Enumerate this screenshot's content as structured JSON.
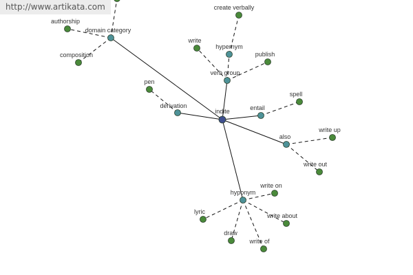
{
  "watermark": "http://www.artikata.com",
  "colors": {
    "center": "#3f4f8f",
    "relation": "#4e9298",
    "term": "#4a8a3a",
    "outline": "#2b3f2b"
  },
  "graph": {
    "center": {
      "id": "indite",
      "label": "indite",
      "kind": "center"
    },
    "relations": [
      {
        "id": "domain-category",
        "label": "domain category",
        "kind": "relation"
      },
      {
        "id": "verb-group",
        "label": "verb group",
        "kind": "relation"
      },
      {
        "id": "hypernym",
        "label": "hypernym",
        "kind": "relation"
      },
      {
        "id": "derivation",
        "label": "derivation",
        "kind": "relation"
      },
      {
        "id": "entail",
        "label": "entail",
        "kind": "relation"
      },
      {
        "id": "also",
        "label": "also",
        "kind": "relation"
      },
      {
        "id": "hyponym",
        "label": "hyponym",
        "kind": "relation"
      }
    ],
    "terms": [
      {
        "id": "authorship",
        "label": "authorship",
        "kind": "term"
      },
      {
        "id": "composition",
        "label": "composition",
        "kind": "term"
      },
      {
        "id": "top-offscreen",
        "label": "",
        "kind": "term"
      },
      {
        "id": "create-verbally",
        "label": "create verbally",
        "kind": "term"
      },
      {
        "id": "write-vg",
        "label": "write",
        "kind": "term"
      },
      {
        "id": "publish",
        "label": "publish",
        "kind": "term"
      },
      {
        "id": "pen",
        "label": "pen",
        "kind": "term"
      },
      {
        "id": "spell",
        "label": "spell",
        "kind": "term"
      },
      {
        "id": "write-up",
        "label": "write up",
        "kind": "term"
      },
      {
        "id": "write-out",
        "label": "write out",
        "kind": "term"
      },
      {
        "id": "write-on",
        "label": "write on",
        "kind": "term"
      },
      {
        "id": "lyric",
        "label": "lyric",
        "kind": "term"
      },
      {
        "id": "write-about",
        "label": "write about",
        "kind": "term"
      },
      {
        "id": "draw",
        "label": "draw",
        "kind": "term"
      },
      {
        "id": "write-of",
        "label": "write of",
        "kind": "term"
      }
    ],
    "edges": [
      {
        "from": "indite",
        "to": "domain-category",
        "style": "solid"
      },
      {
        "from": "indite",
        "to": "verb-group",
        "style": "solid"
      },
      {
        "from": "indite",
        "to": "derivation",
        "style": "solid"
      },
      {
        "from": "indite",
        "to": "entail",
        "style": "solid"
      },
      {
        "from": "indite",
        "to": "also",
        "style": "solid"
      },
      {
        "from": "indite",
        "to": "hyponym",
        "style": "solid"
      },
      {
        "from": "domain-category",
        "to": "authorship",
        "style": "dashed"
      },
      {
        "from": "domain-category",
        "to": "composition",
        "style": "dashed"
      },
      {
        "from": "domain-category",
        "to": "top-offscreen",
        "style": "dashed"
      },
      {
        "from": "verb-group",
        "to": "hypernym",
        "style": "dashed"
      },
      {
        "from": "verb-group",
        "to": "write-vg",
        "style": "dashed"
      },
      {
        "from": "verb-group",
        "to": "publish",
        "style": "dashed"
      },
      {
        "from": "hypernym",
        "to": "create-verbally",
        "style": "dashed"
      },
      {
        "from": "derivation",
        "to": "pen",
        "style": "dashed"
      },
      {
        "from": "entail",
        "to": "spell",
        "style": "dashed"
      },
      {
        "from": "also",
        "to": "write-up",
        "style": "dashed"
      },
      {
        "from": "also",
        "to": "write-out",
        "style": "dashed"
      },
      {
        "from": "hyponym",
        "to": "write-on",
        "style": "dashed"
      },
      {
        "from": "hyponym",
        "to": "lyric",
        "style": "dashed"
      },
      {
        "from": "hyponym",
        "to": "write-about",
        "style": "dashed"
      },
      {
        "from": "hyponym",
        "to": "draw",
        "style": "dashed"
      },
      {
        "from": "hyponym",
        "to": "write-of",
        "style": "dashed"
      }
    ]
  }
}
